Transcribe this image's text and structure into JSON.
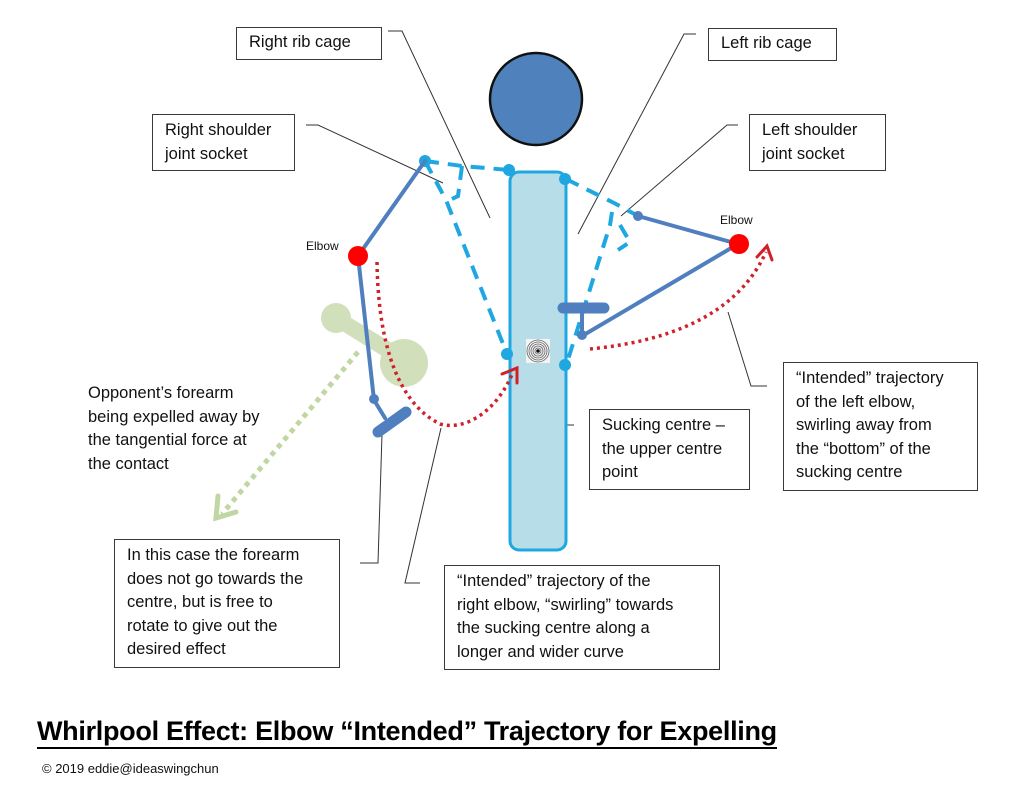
{
  "title": "Whirlpool Effect: Elbow “Intended” Trajectory for Expelling",
  "copyright": "© 2019 eddie@ideaswingchun",
  "labels": {
    "right_rib_cage": "Right rib cage",
    "left_rib_cage": "Left rib cage",
    "right_shoulder_line1": "Right shoulder",
    "right_shoulder_line2": "joint socket",
    "left_shoulder_line1": "Left shoulder",
    "left_shoulder_line2": "joint socket",
    "elbow_right": "Elbow",
    "elbow_left": "Elbow",
    "opponent": [
      "Opponent’s forearm",
      "being expelled away by",
      "the tangential force at",
      "the contact"
    ],
    "sucking_centre": [
      "Sucking centre –",
      "the upper centre",
      "point"
    ],
    "left_trajectory": [
      "“Intended” trajectory",
      "of the left elbow,",
      "swirling away from",
      "the “bottom” of the",
      "sucking centre"
    ],
    "forearm_note": [
      "In this case the forearm",
      "does not go towards the",
      "centre, but is free to",
      "rotate to give out the",
      "desired effect"
    ],
    "right_trajectory": [
      "“Intended” trajectory of the",
      "right elbow, “swirling” towards",
      "the sucking centre along a",
      "longer and wider curve"
    ]
  },
  "colors": {
    "head": "#4f81bd",
    "arm": "#4f7fbf",
    "torso_fill": "#b7dde8",
    "torso_stroke": "#1ea7e0",
    "joint": "#1ea7e0",
    "elbow": "#ff0000",
    "trajectory": "#d0202a",
    "opponent": "#c9dbb0",
    "leader": "#333333"
  }
}
